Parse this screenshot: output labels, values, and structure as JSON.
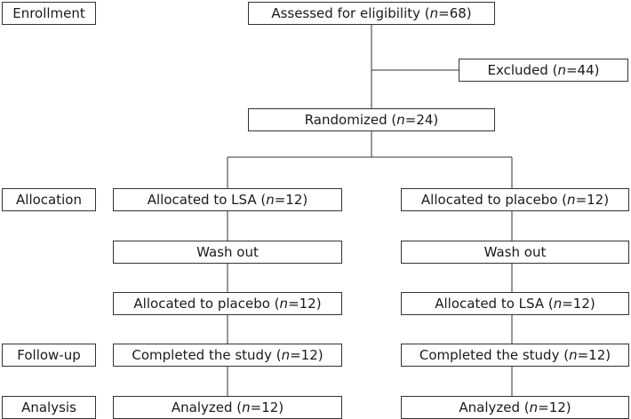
{
  "stages": {
    "enrollment": "Enrollment",
    "allocation": "Allocation",
    "followup": "Follow-up",
    "analysis": "Analysis"
  },
  "n_symbol": "n",
  "nodes": {
    "assessed": {
      "label": "Assessed for eligibility (",
      "eq": "=68)"
    },
    "excluded": {
      "label": "Excluded (",
      "eq": "=44)"
    },
    "randomized": {
      "label": "Randomized (",
      "eq": "=24)"
    },
    "left": {
      "allocated": {
        "label": "Allocated to LSA (",
        "eq": "=12)"
      },
      "washout": "Wash out",
      "crossover": {
        "label": "Allocated to placebo (",
        "eq": "=12)"
      },
      "completed": {
        "label": "Completed the study (",
        "eq": "=12)"
      },
      "analyzed": {
        "label": "Analyzed (",
        "eq": "=12)"
      }
    },
    "right": {
      "allocated": {
        "label": "Allocated to placebo (",
        "eq": "=12)"
      },
      "washout": "Wash out",
      "crossover": {
        "label": "Allocated to LSA (",
        "eq": "=12)"
      },
      "completed": {
        "label": "Completed the study (",
        "eq": "=12)"
      },
      "analyzed": {
        "label": "Analyzed (",
        "eq": "=12)"
      }
    }
  },
  "colors": {
    "line": "#333333",
    "text": "#1a1a1a"
  }
}
